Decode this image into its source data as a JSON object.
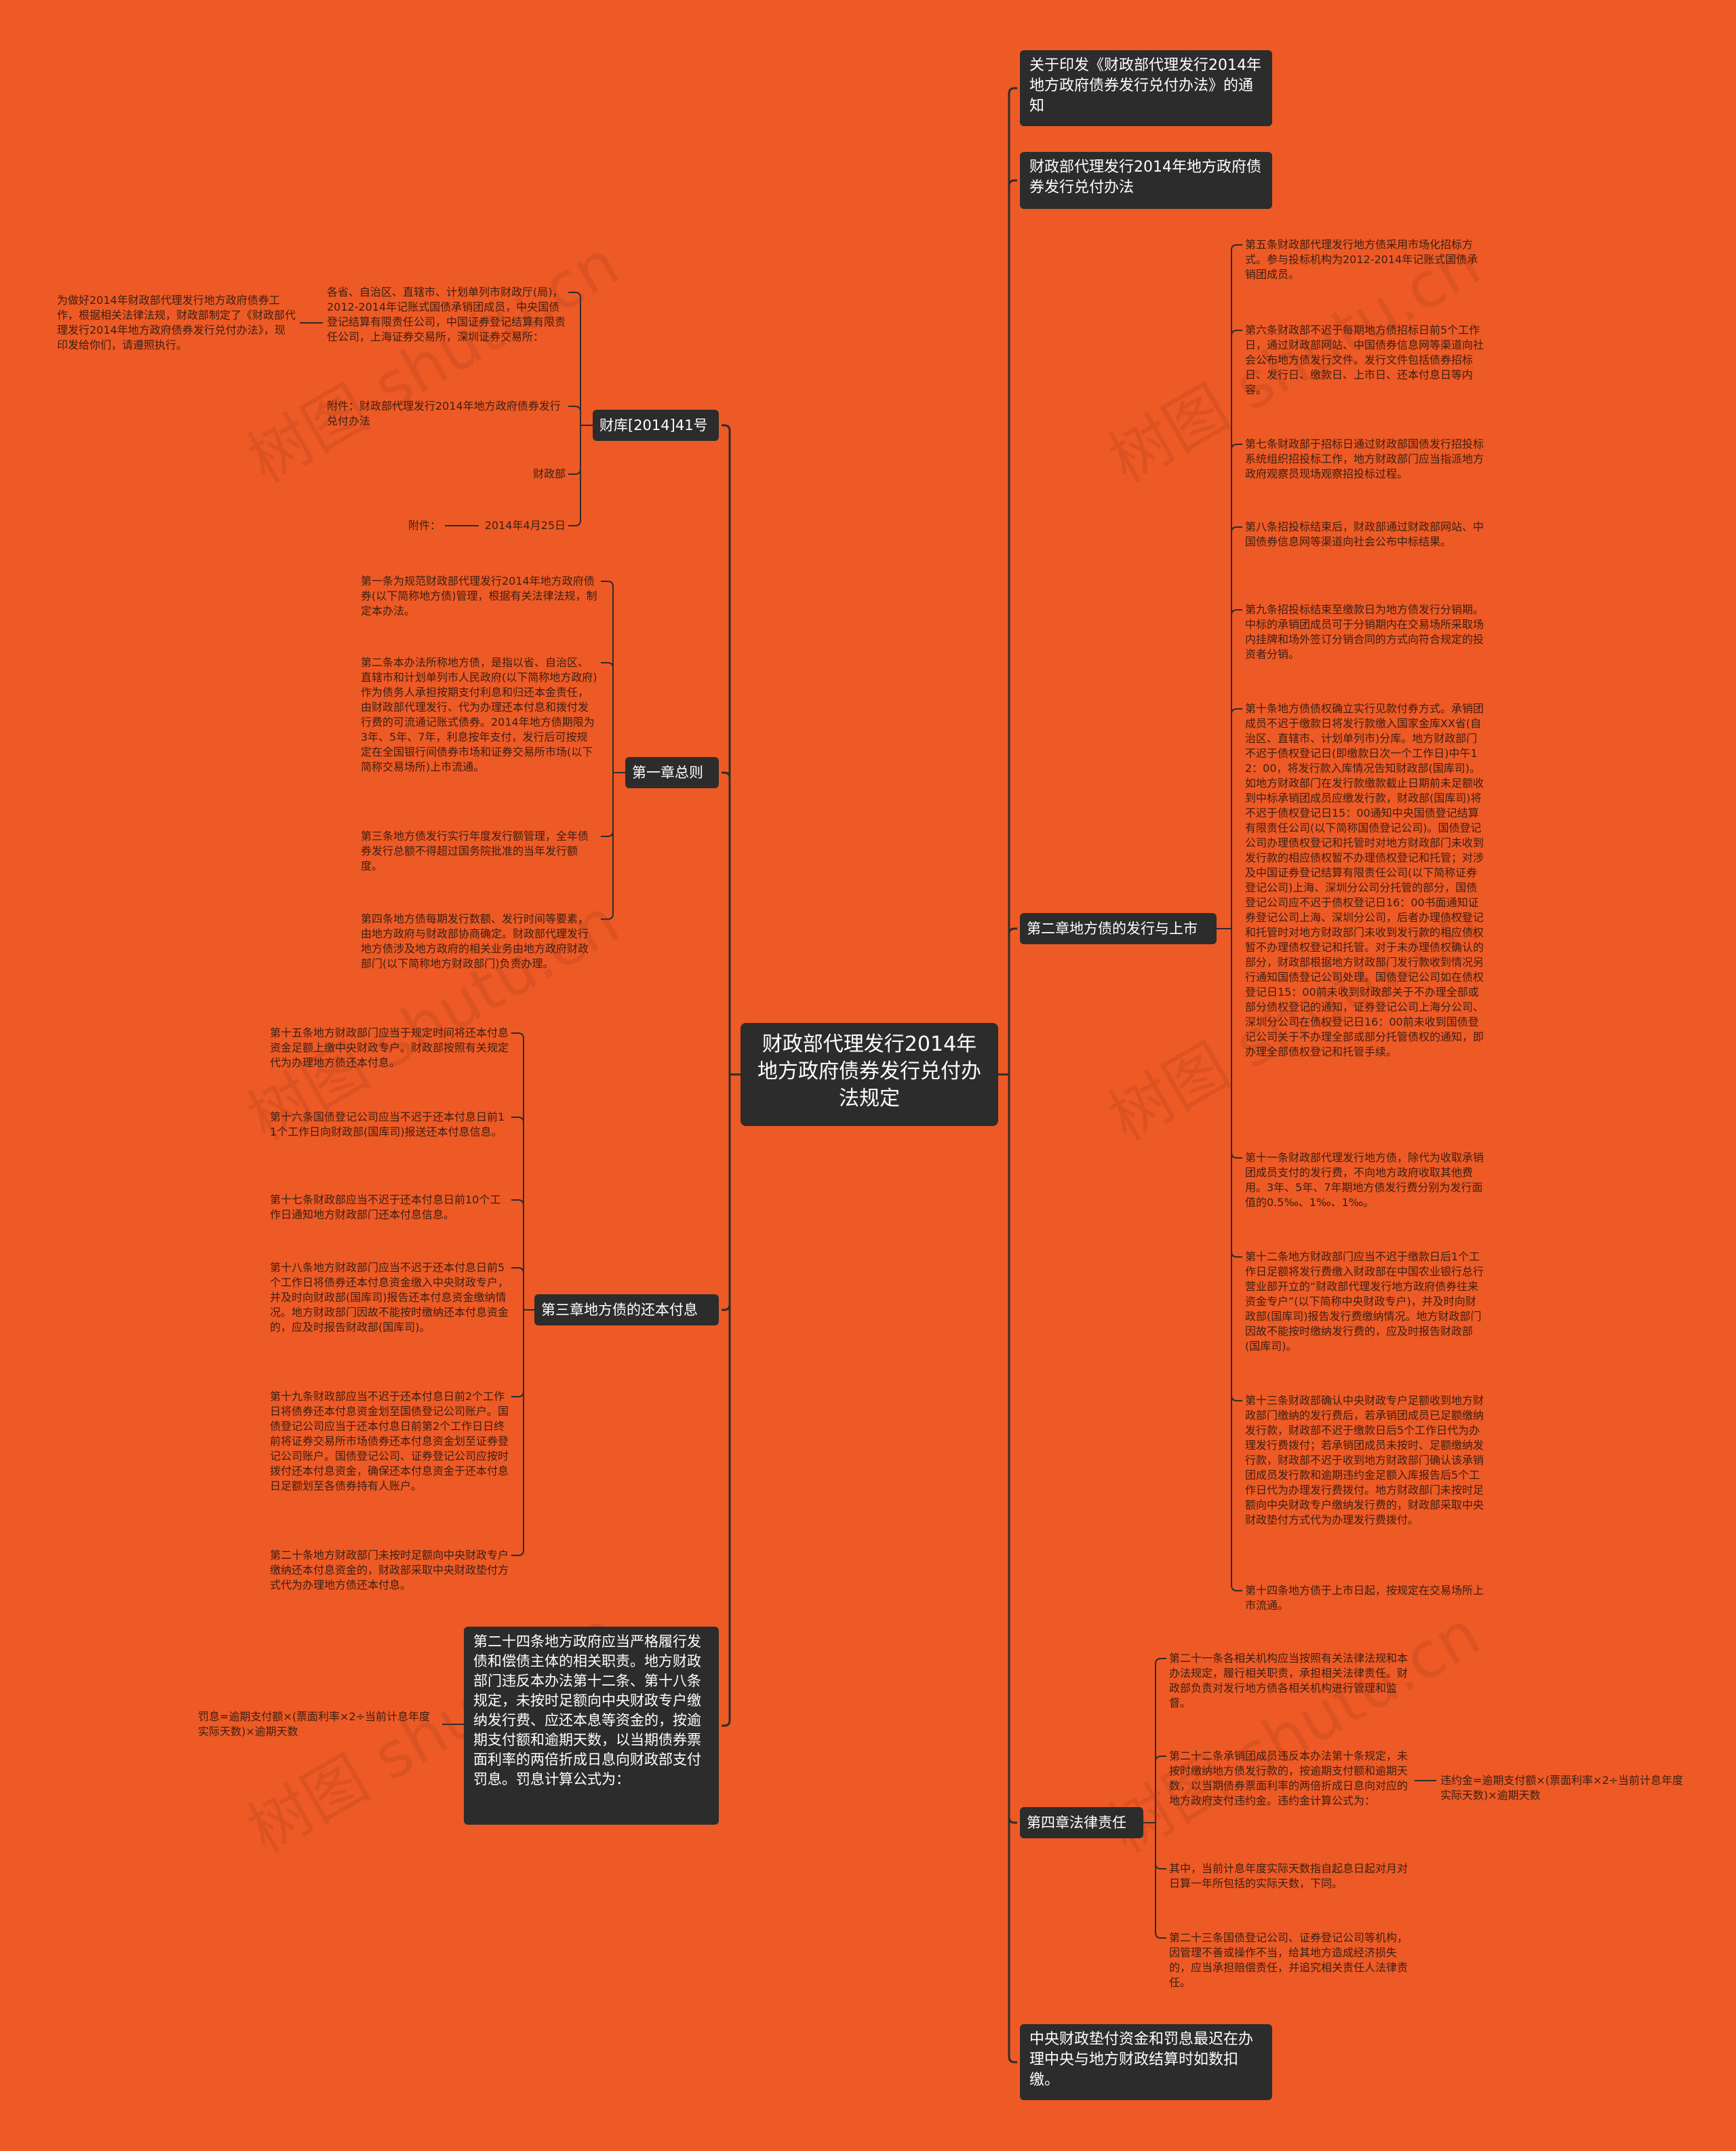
{
  "root": {
    "title": "财政部代理发行2014年地方政府债券发行兑付办法规定"
  },
  "right_top": [
    {
      "text": "关于印发《财政部代理发行2014年地方政府债券发行兑付办法》的通知"
    },
    {
      "text": "财政部代理发行2014年地方政府债券发行兑付办法"
    }
  ],
  "chapter2": {
    "title": "第二章地方债的发行与上市",
    "items": [
      "第五条财政部代理发行地方债采用市场化招标方式。参与投标机构为2012-2014年记账式国债承销团成员。",
      "第六条财政部不迟于每期地方债招标日前5个工作日，通过财政部网站、中国债券信息网等渠道向社会公布地方债发行文件。发行文件包括债券招标日、发行日、缴款日、上市日、还本付息日等内容。",
      "第七条财政部于招标日通过财政部国债发行招投标系统组织招投标工作，地方财政部门应当指派地方政府观察员现场观察招投标过程。",
      "第八条招投标结束后，财政部通过财政部网站、中国债券信息网等渠道向社会公布中标结果。",
      "第九条招投标结束至缴款日为地方债发行分销期。中标的承销团成员可于分销期内在交易场所采取场内挂牌和场外签订分销合同的方式向符合规定的投资者分销。",
      "第十条地方债债权确立实行见款付券方式。承销团成员不迟于缴款日将发行款缴入国家金库XX省(自治区、直辖市、计划单列市)分库。地方财政部门不迟于债权登记日(即缴款日次一个工作日)中午12：00，将发行款入库情况告知财政部(国库司)。如地方财政部门在发行款缴款截止日期前未足额收到中标承销团成员应缴发行款，财政部(国库司)将不迟于债权登记日15：00通知中央国债登记结算有限责任公司(以下简称国债登记公司)。国债登记公司办理债权登记和托管时对地方财政部门未收到发行款的相应债权暂不办理债权登记和托管；对涉及中国证券登记结算有限责任公司(以下简称证券登记公司)上海、深圳分公司分托管的部分，国债登记公司应不迟于债权登记日16：00书面通知证券登记公司上海、深圳分公司，后者办理债权登记和托管时对地方财政部门未收到发行款的相应债权暂不办理债权登记和托管。对于未办理债权确认的部分，财政部根据地方财政部门发行款收到情况另行通知国债登记公司处理。国债登记公司如在债权登记日15：00前未收到财政部关于不办理全部或部分债权登记的通知，证券登记公司上海分公司、深圳分公司在债权登记日16：00前未收到国债登记公司关于不办理全部或部分托管债权的通知，即办理全部债权登记和托管手续。",
      "第十一条财政部代理发行地方债，除代为收取承销团成员支付的发行费，不向地方政府收取其他费用。3年、5年、7年期地方债发行费分别为发行面值的0.5‰、1‰、1‰。",
      "第十二条地方财政部门应当不迟于缴款日后1个工作日足额将发行费缴入财政部在中国农业银行总行营业部开立的“财政部代理发行地方政府债券往来资金专户”(以下简称中央财政专户)，并及时向财政部(国库司)报告发行费缴纳情况。地方财政部门因故不能按时缴纳发行费的，应及时报告财政部(国库司)。",
      "第十三条财政部确认中央财政专户足额收到地方财政部门缴纳的发行费后，若承销团成员已足额缴纳发行款，财政部不迟于缴款日后5个工作日代为办理发行费拨付；若承销团成员未按时、足额缴纳发行款，财政部不迟于收到地方财政部门确认该承销团成员发行款和逾期违约金足额入库报告后5个工作日代为办理发行费拨付。地方财政部门未按时足额向中央财政专户缴纳发行费的，财政部采取中央财政垫付方式代为办理发行费拨付。",
      "第十四条地方债于上市日起，按规定在交易场所上市流通。"
    ]
  },
  "chapter4": {
    "title": "第四章法律责任",
    "items": [
      "第二十一条各相关机构应当按照有关法律法规和本办法规定，履行相关职责，承担相关法律责任。财政部负责对发行地方债各相关机构进行管理和监督。",
      "第二十二条承销团成员违反本办法第十条规定，未按时缴纳地方债发行款的，按逾期支付额和逾期天数，以当期债券票面利率的两倍折成日息向对应的地方政府支付违约金。违约金计算公式为：",
      "其中，当前计息年度实际天数指自起息日起对月对日算一年所包括的实际天数，下同。",
      "第二十三条国债登记公司、证券登记公司等机构，因管理不善或操作不当，给其地方造成经济损失的，应当承担赔偿责任，并追究相关责任人法律责任。"
    ],
    "formula": "违约金=逾期支付额×(票面利率×2÷当前计息年度实际天数)×逾期天数"
  },
  "right_bottom": {
    "text": "中央财政垫付资金和罚息最迟在办理中央与地方财政结算时如数扣缴。"
  },
  "caiku": {
    "title": "财库[2014]41号",
    "items": [
      "各省、自治区、直辖市、计划单列市财政厅(局)，2012-2014年记账式国债承销团成员，中央国债登记结算有限责任公司，中国证券登记结算有限责任公司，上海证券交易所，深圳证券交易所：",
      "附件：财政部代理发行2014年地方政府债券发行兑付办法",
      "财政部",
      "2014年4月25日"
    ],
    "far_left": "为做好2014年财政部代理发行地方政府债券工作，根据相关法律法规，财政部制定了《财政部代理发行2014年地方政府债券发行兑付办法》，现印发给你们，请遵照执行。",
    "attach_label": "附件："
  },
  "chapter1": {
    "title": "第一章总则",
    "items": [
      "第一条为规范财政部代理发行2014年地方政府债券(以下简称地方债)管理，根据有关法律法规，制定本办法。",
      "第二条本办法所称地方债，是指以省、自治区、直辖市和计划单列市人民政府(以下简称地方政府)作为债务人承担按期支付利息和归还本金责任，由财政部代理发行、代为办理还本付息和拨付发行费的可流通记账式债券。2014年地方债期限为3年、5年、7年，利息按年支付，发行后可按规定在全国银行间债券市场和证券交易所市场(以下简称交易场所)上市流通。",
      "第三条地方债发行实行年度发行额管理，全年债券发行总额不得超过国务院批准的当年发行额度。",
      "第四条地方债每期发行数额、发行时间等要素，由地方政府与财政部协商确定。财政部代理发行地方债涉及地方政府的相关业务由地方政府财政部门(以下简称地方财政部门)负责办理。"
    ]
  },
  "chapter3": {
    "title": "第三章地方债的还本付息",
    "items": [
      "第十五条地方财政部门应当于规定时间将还本付息资金足额上缴中央财政专户。财政部按照有关规定代为办理地方债还本付息。",
      "第十六条国债登记公司应当不迟于还本付息日前11个工作日向财政部(国库司)报送还本付息信息。",
      "第十七条财政部应当不迟于还本付息日前10个工作日通知地方财政部门还本付息信息。",
      "第十八条地方财政部门应当不迟于还本付息日前5个工作日将债券还本付息资金缴入中央财政专户，并及时向财政部(国库司)报告还本付息资金缴纳情况。地方财政部门因故不能按时缴纳还本付息资金的，应及时报告财政部(国库司)。",
      "第十九条财政部应当不迟于还本付息日前2个工作日将债券还本付息资金划至国债登记公司账户。国债登记公司应当于还本付息日前第2个工作日日终前将证券交易所市场债券还本付息资金划至证券登记公司账户。国债登记公司、证券登记公司应按时拨付还本付息资金，确保还本付息资金于还本付息日足额划至各债券持有人账户。",
      "第二十条地方财政部门未按时足额向中央财政专户缴纳还本付息资金的，财政部采取中央财政垫付方式代为办理地方债还本付息。"
    ]
  },
  "art24": {
    "text": "第二十四条地方政府应当严格履行发债和偿债主体的相关职责。地方财政部门违反本办法第十二条、第十八条规定，未按时足额向中央财政专户缴纳发行费、应还本息等资金的，按逾期支付额和逾期天数，以当期债券票面利率的两倍折成日息向财政部支付罚息。罚息计算公式为：",
    "formula": "罚息=逾期支付额×(票面利率×2÷当前计息年度实际天数)×逾期天数"
  },
  "watermark": "树图 shutu.cn",
  "colors": {
    "background": "#ee5a25",
    "node": "#2c2c2c",
    "line": "#2c2c2c"
  }
}
